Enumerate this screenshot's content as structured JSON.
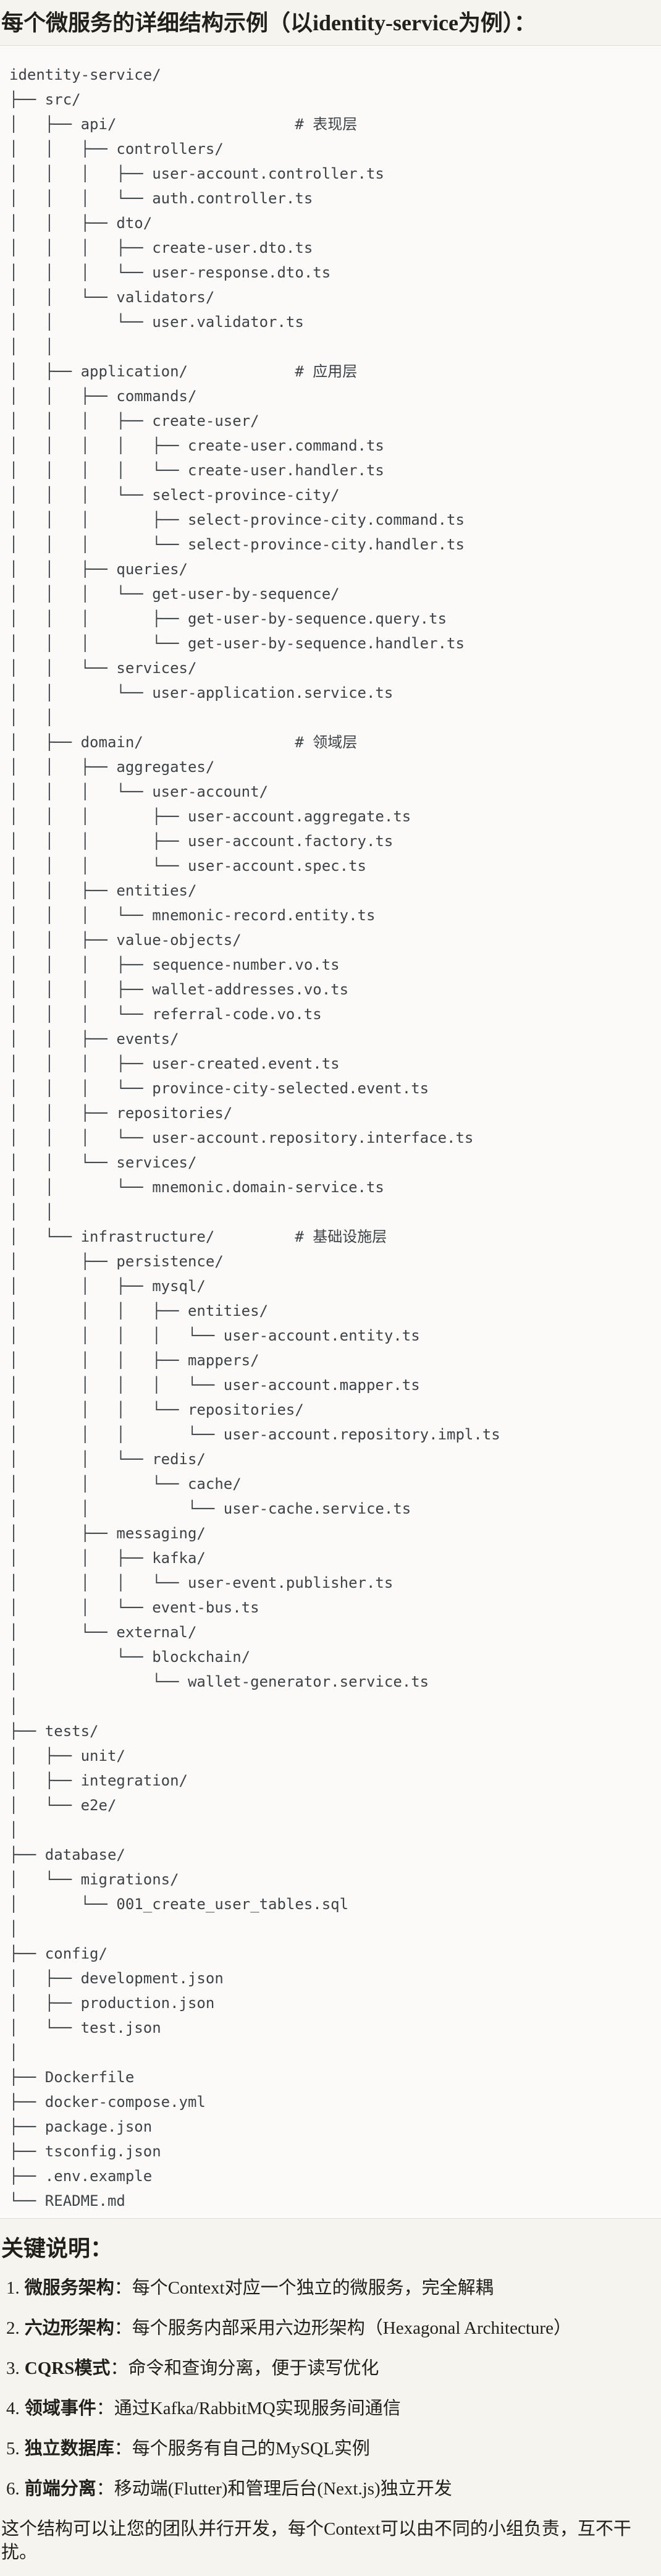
{
  "page": {
    "title": "每个微服务的详细结构示例（以identity-service为例）："
  },
  "code_block": {
    "tree_lines": [
      "identity-service/",
      "├── src/",
      "│   ├── api/                    # 表现层",
      "│   │   ├── controllers/",
      "│   │   │   ├── user-account.controller.ts",
      "│   │   │   └── auth.controller.ts",
      "│   │   ├── dto/",
      "│   │   │   ├── create-user.dto.ts",
      "│   │   │   └── user-response.dto.ts",
      "│   │   └── validators/",
      "│   │       └── user.validator.ts",
      "│   │",
      "│   ├── application/            # 应用层",
      "│   │   ├── commands/",
      "│   │   │   ├── create-user/",
      "│   │   │   │   ├── create-user.command.ts",
      "│   │   │   │   └── create-user.handler.ts",
      "│   │   │   └── select-province-city/",
      "│   │   │       ├── select-province-city.command.ts",
      "│   │   │       └── select-province-city.handler.ts",
      "│   │   ├── queries/",
      "│   │   │   └── get-user-by-sequence/",
      "│   │   │       ├── get-user-by-sequence.query.ts",
      "│   │   │       └── get-user-by-sequence.handler.ts",
      "│   │   └── services/",
      "│   │       └── user-application.service.ts",
      "│   │",
      "│   ├── domain/                 # 领域层",
      "│   │   ├── aggregates/",
      "│   │   │   └── user-account/",
      "│   │   │       ├── user-account.aggregate.ts",
      "│   │   │       ├── user-account.factory.ts",
      "│   │   │       └── user-account.spec.ts",
      "│   │   ├── entities/",
      "│   │   │   └── mnemonic-record.entity.ts",
      "│   │   ├── value-objects/",
      "│   │   │   ├── sequence-number.vo.ts",
      "│   │   │   ├── wallet-addresses.vo.ts",
      "│   │   │   └── referral-code.vo.ts",
      "│   │   ├── events/",
      "│   │   │   ├── user-created.event.ts",
      "│   │   │   └── province-city-selected.event.ts",
      "│   │   ├── repositories/",
      "│   │   │   └── user-account.repository.interface.ts",
      "│   │   └── services/",
      "│   │       └── mnemonic.domain-service.ts",
      "│   │",
      "│   └── infrastructure/         # 基础设施层",
      "│       ├── persistence/",
      "│       │   ├── mysql/",
      "│       │   │   ├── entities/",
      "│       │   │   │   └── user-account.entity.ts",
      "│       │   │   ├── mappers/",
      "│       │   │   │   └── user-account.mapper.ts",
      "│       │   │   └── repositories/",
      "│       │   │       └── user-account.repository.impl.ts",
      "│       │   └── redis/",
      "│       │       └── cache/",
      "│       │           └── user-cache.service.ts",
      "│       ├── messaging/",
      "│       │   ├── kafka/",
      "│       │   │   └── user-event.publisher.ts",
      "│       │   └── event-bus.ts",
      "│       └── external/",
      "│           └── blockchain/",
      "│               └── wallet-generator.service.ts",
      "│",
      "├── tests/",
      "│   ├── unit/",
      "│   ├── integration/",
      "│   └── e2e/",
      "│",
      "├── database/",
      "│   └── migrations/",
      "│       └── 001_create_user_tables.sql",
      "│",
      "├── config/",
      "│   ├── development.json",
      "│   ├── production.json",
      "│   └── test.json",
      "│",
      "├── Dockerfile",
      "├── docker-compose.yml",
      "├── package.json",
      "├── tsconfig.json",
      "├── .env.example",
      "└── README.md"
    ]
  },
  "notes": {
    "heading": "关键说明：",
    "items": [
      {
        "number": "1.",
        "term": "微服务架构",
        "desc": "：每个Context对应一个独立的微服务，完全解耦"
      },
      {
        "number": "2.",
        "term": "六边形架构",
        "desc": "：每个服务内部采用六边形架构（Hexagonal Architecture）"
      },
      {
        "number": "3.",
        "term": "CQRS模式",
        "desc": "：命令和查询分离，便于读写优化"
      },
      {
        "number": "4.",
        "term": "领域事件",
        "desc": "：通过Kafka/RabbitMQ实现服务间通信"
      },
      {
        "number": "5.",
        "term": "独立数据库",
        "desc": "：每个服务有自己的MySQL实例"
      },
      {
        "number": "6.",
        "term": "前端分离",
        "desc": "：移动端(Flutter)和管理后台(Next.js)独立开发"
      }
    ],
    "closing": "这个结构可以让您的团队并行开发，每个Context可以由不同的小组负责，互不干扰。"
  },
  "colors": {
    "page_bg": "#f5f4ee",
    "code_bg": "#fbfaf8",
    "border": "#dfddd5",
    "code_text": "#3d4247",
    "text": "#21201b"
  }
}
